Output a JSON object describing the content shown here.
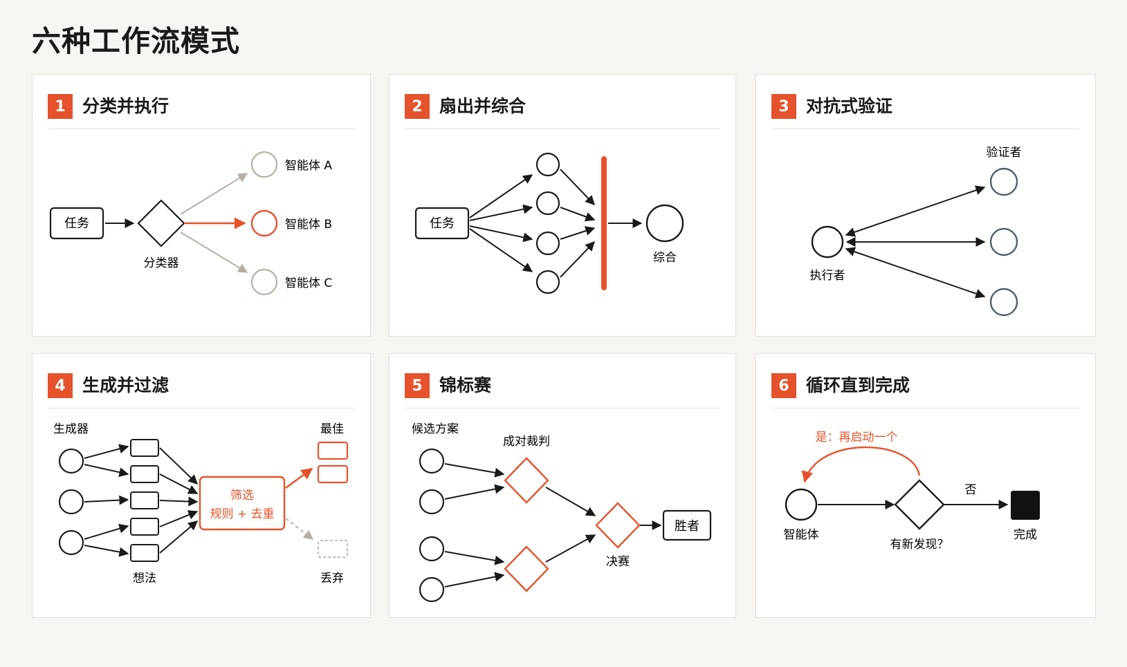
{
  "page_title": "六种工作流模式",
  "colors": {
    "accent": "#e5522b",
    "gray": "#b6b0a4",
    "slate": "#4a5f6e",
    "dark": "#1a1a1a"
  },
  "panels": [
    {
      "num": "1",
      "title": "分类并执行",
      "labels": {
        "task": "任务",
        "classifier": "分类器",
        "agent_a": "智能体 A",
        "agent_b": "智能体 B",
        "agent_c": "智能体 C"
      }
    },
    {
      "num": "2",
      "title": "扇出并综合",
      "labels": {
        "task": "任务",
        "synthesize": "综合"
      }
    },
    {
      "num": "3",
      "title": "对抗式验证",
      "labels": {
        "verifier": "验证者",
        "executor": "执行者"
      }
    },
    {
      "num": "4",
      "title": "生成并过滤",
      "labels": {
        "generators": "生成器",
        "ideas": "想法",
        "filter": "筛选",
        "filter_rule": "规则 + 去重",
        "best": "最佳",
        "discard": "丢弃"
      }
    },
    {
      "num": "5",
      "title": "锦标赛",
      "labels": {
        "candidates": "候选方案",
        "pairwise": "成对裁判",
        "final": "决赛",
        "winner": "胜者"
      }
    },
    {
      "num": "6",
      "title": "循环直到完成",
      "labels": {
        "yes_restart": "是：再启动一个",
        "agent": "智能体",
        "no": "否",
        "new_finding": "有新发现？",
        "done": "完成"
      }
    }
  ]
}
